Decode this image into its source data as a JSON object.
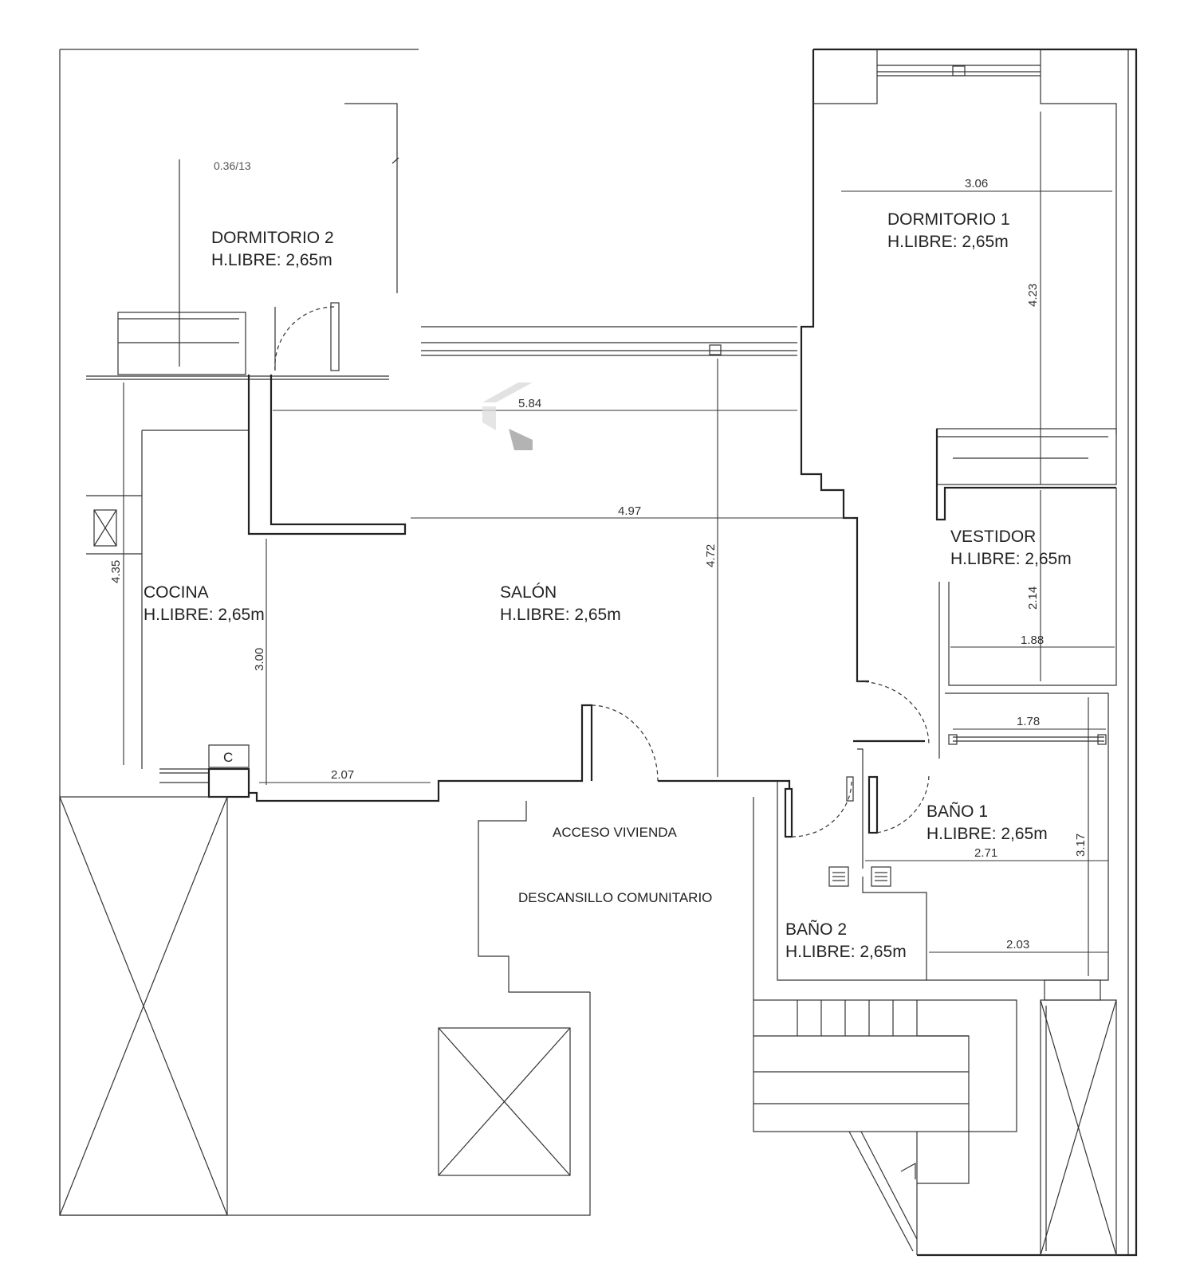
{
  "rooms": {
    "dormitorio2": {
      "name": "DORMITORIO 2",
      "height": "H.LIBRE: 2,65m"
    },
    "dormitorio1": {
      "name": "DORMITORIO 1",
      "height": "H.LIBRE: 2,65m"
    },
    "vestidor": {
      "name": "VESTIDOR",
      "height": "H.LIBRE: 2,65m"
    },
    "cocina": {
      "name": "COCINA",
      "height": "H.LIBRE: 2,65m"
    },
    "salon": {
      "name": "SALÓN",
      "height": "H.LIBRE: 2,65m"
    },
    "bano1": {
      "name": "BAÑO 1",
      "height": "H.LIBRE: 2,65m"
    },
    "bano2": {
      "name": "BAÑO 2",
      "height": "H.LIBRE: 2,65m"
    }
  },
  "common": {
    "access": "ACCESO VIVIENDA",
    "landing": "DESCANSILLO COMUNITARIO"
  },
  "stamp": "0.36/13",
  "boiler_label": "C",
  "dimensions": {
    "d584": "5.84",
    "d497": "4.97",
    "d472": "4.72",
    "d435": "4.35",
    "d300": "3.00",
    "d207": "2.07",
    "d306": "3.06",
    "d423": "4.23",
    "d214": "2.14",
    "d188": "1.88",
    "d178": "1.78",
    "d317": "3.17",
    "d271": "2.71",
    "d203": "2.03"
  },
  "colors": {
    "line": "#222222",
    "paper": "#ffffff"
  }
}
